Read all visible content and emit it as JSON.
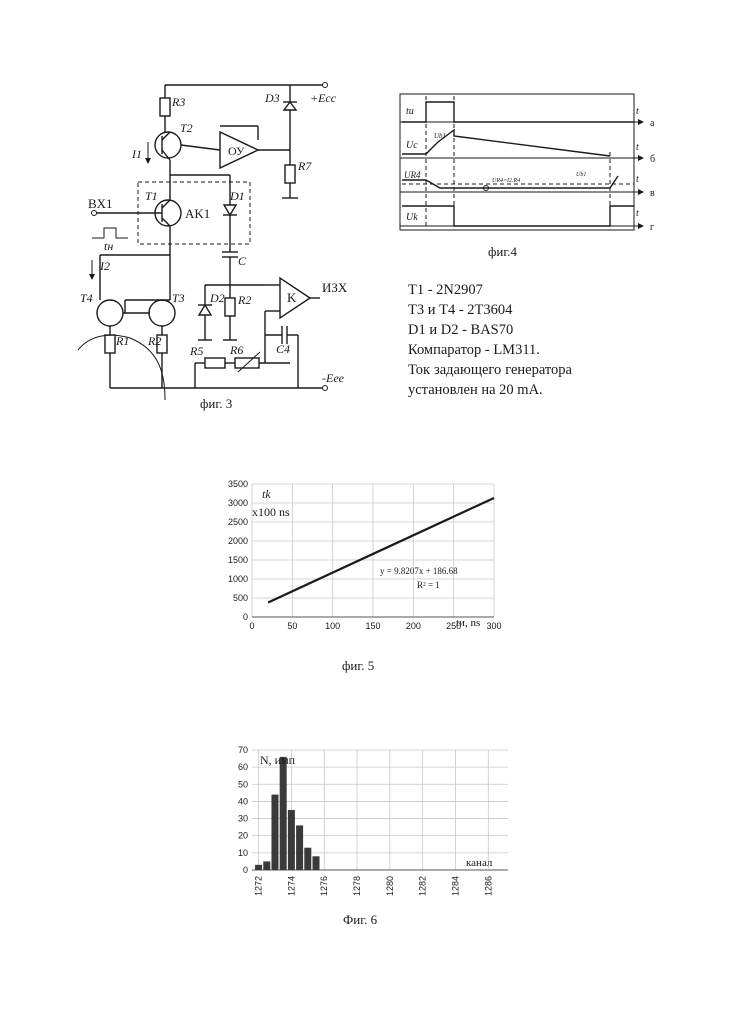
{
  "fig3": {
    "caption": "фиг. 3",
    "labels": {
      "r3": "R3",
      "t2": "T2",
      "d3": "D3",
      "ecc": "+Ecc",
      "r7": "R7",
      "ou": "ОУ",
      "i1": "I1",
      "t1": "T1",
      "ak1": "AK1",
      "d1": "D1",
      "vx1": "BX1",
      "tn": "tн",
      "c": "C",
      "i2": "I2",
      "t4": "T4",
      "t3": "T3",
      "d2": "D2",
      "r2b": "R2",
      "k": "K",
      "izx": "ИЗХ",
      "r1": "R1",
      "r2": "R2",
      "r5": "R5",
      "r6": "R6",
      "c4": "C4",
      "eee": "-Eee"
    }
  },
  "fig4": {
    "caption": "фиг.4",
    "rows": [
      {
        "label": "tи",
        "axis": "t",
        "letter": "а"
      },
      {
        "label": "Uc",
        "axis": "t",
        "letter": "б",
        "note": "Ub1"
      },
      {
        "label": "UR4",
        "axis": "t",
        "letter": "в",
        "note": "UR4=I2.R4",
        "note2": "Ub1"
      },
      {
        "label": "Uk",
        "axis": "t",
        "letter": "г"
      }
    ]
  },
  "specs": {
    "line1": "T1 - 2N2907",
    "line2": "T3 и T4 - 2T3604",
    "line3": "D1 и D2 - BAS70",
    "line4": "Компаратор - LM311.",
    "line5_words": [
      "Ток",
      "задающего",
      "генератора"
    ],
    "line6": "установлен на 20 mA."
  },
  "fig5": {
    "caption": "фиг. 5",
    "ylabel_main": "tk",
    "ylabel_unit": "x100 ns",
    "xlabel": "tи, ns",
    "equation": "y = 9.8207x + 186.68",
    "r2": "R² = 1",
    "chart_data": {
      "type": "line",
      "xlim": [
        0,
        300
      ],
      "ylim": [
        0,
        3500
      ],
      "xticks": [
        0,
        50,
        100,
        150,
        200,
        250,
        300
      ],
      "yticks": [
        0,
        500,
        1000,
        1500,
        2000,
        2500,
        3000,
        3500
      ],
      "series": [
        {
          "x": [
            20,
            300
          ],
          "y": [
            383,
            3133
          ]
        }
      ],
      "grid": true
    }
  },
  "fig6": {
    "caption": "Фиг. 6",
    "ylabel": "N, имп",
    "xlabel": "канал",
    "chart_data": {
      "type": "bar",
      "categories": [
        "1272",
        "1272.5",
        "1273",
        "1273.5",
        "1274",
        "1274.5",
        "1275",
        "1275.5",
        "1276",
        "1276.5",
        "1277",
        "1277.5",
        "1278"
      ],
      "values": [
        3,
        5,
        44,
        66,
        35,
        26,
        13,
        8
      ],
      "bar_x": [
        1272,
        1272.5,
        1273,
        1273.5,
        1274,
        1274.5,
        1275,
        1275.5
      ],
      "xlim": [
        1272,
        1287
      ],
      "xticks": [
        "1272",
        "1274",
        "1276",
        "1278",
        "1280",
        "1282",
        "1284",
        "1286"
      ],
      "ylim": [
        0,
        70
      ],
      "yticks": [
        0,
        10,
        20,
        30,
        40,
        50,
        60,
        70
      ],
      "grid": true
    }
  }
}
